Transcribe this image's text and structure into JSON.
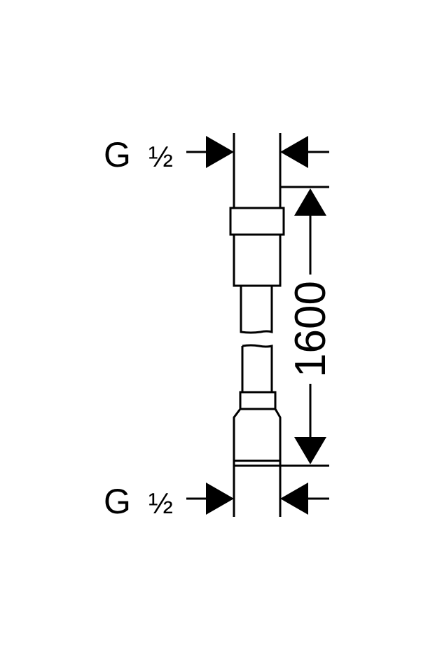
{
  "top_thread": {
    "letter": "G",
    "size": "½"
  },
  "bottom_thread": {
    "letter": "G",
    "size": "½"
  },
  "length_dimension": "1600"
}
